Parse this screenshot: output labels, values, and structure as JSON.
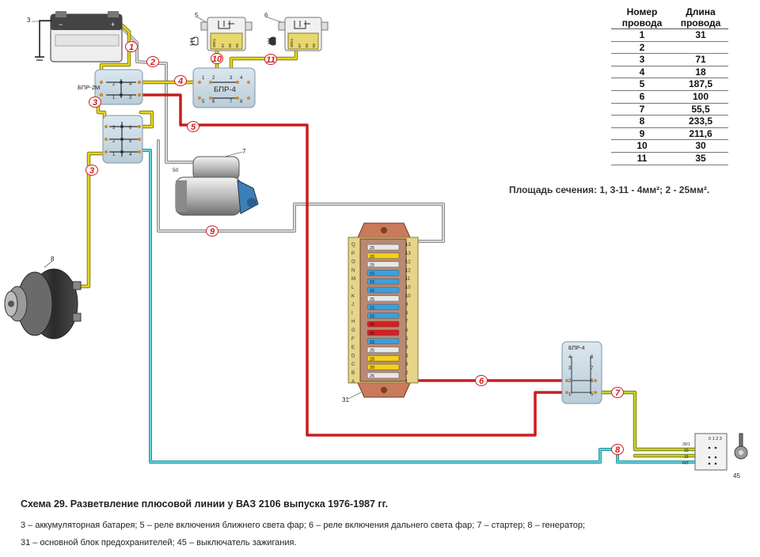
{
  "wire_table": {
    "header_number": "Номер провода",
    "header_length": "Длина провода",
    "rows": [
      {
        "num": "1",
        "len": "31"
      },
      {
        "num": "2",
        "len": ""
      },
      {
        "num": "3",
        "len": "71"
      },
      {
        "num": "4",
        "len": "18"
      },
      {
        "num": "5",
        "len": "187,5"
      },
      {
        "num": "6",
        "len": "100"
      },
      {
        "num": "7",
        "len": "55,5"
      },
      {
        "num": "8",
        "len": "233,5"
      },
      {
        "num": "9",
        "len": "211,6"
      },
      {
        "num": "10",
        "len": "30"
      },
      {
        "num": "11",
        "len": "35"
      }
    ]
  },
  "area_note": "Площадь сечения: 1, 3-11 - 4мм²; 2 - 25мм².",
  "components": {
    "battery_num": "3",
    "relay_low_num": "5",
    "relay_high_num": "6",
    "starter_num": "7",
    "generator_num": "8",
    "fusebox_num": "31",
    "ignition_num": "45",
    "bpr2m": "БПР-2М",
    "bpr4_top": "БПР-4",
    "bpr4_right": "БПР-4",
    "starter_pin": "50",
    "battery_plus": "+",
    "battery_minus": "−"
  },
  "wire_labels": [
    "1",
    "2",
    "3",
    "3",
    "4",
    "5",
    "6",
    "7",
    "8",
    "9",
    "10",
    "11"
  ],
  "relay_pins": [
    "30/51",
    "87",
    "86",
    "85"
  ],
  "ignition": {
    "header": "0 1 2 3",
    "pins": [
      "30/1",
      "30",
      "15",
      "INT"
    ]
  },
  "fuse_left": [
    "Q",
    "P",
    "O",
    "N",
    "M",
    "L",
    "K",
    "J",
    "I",
    "H",
    "G",
    "F",
    "E",
    "D",
    "C",
    "B",
    "A"
  ],
  "fuse_right": [
    "13",
    "13",
    "12",
    "12",
    "11",
    "10",
    "10",
    "9",
    "8",
    "7",
    "6",
    "5",
    "5",
    "4",
    "3",
    "2",
    "1"
  ],
  "fuse_ratings": [
    "25",
    "20",
    "25",
    "15",
    "15",
    "15",
    "25",
    "15",
    "15",
    "25",
    "25",
    "15",
    "25",
    "20",
    "20",
    "25"
  ],
  "fuse_colors": [
    "#e8e8e8",
    "#f2d21b",
    "#e8e8e8",
    "#3aa0e0",
    "#3aa0e0",
    "#3aa0e0",
    "#e8e8e8",
    "#3aa0e0",
    "#3aa0e0",
    "#d42020",
    "#d42020",
    "#3aa0e0",
    "#e8e8e8",
    "#f2d21b",
    "#f2d21b",
    "#e8e8e8"
  ],
  "wire_colors": {
    "yellow": "#e8d51c",
    "red": "#c81e1e",
    "cyan": "#3bb8c4",
    "gray": "#9a9a9a",
    "yellow_green": "#a8c832"
  },
  "caption": {
    "title": "Схема 29. Разветвление плюсовой линии у ВАЗ 2106 выпуска 1976-1987 гг.",
    "line1": [
      {
        "n": "3",
        "t": " – аккумуляторная батарея;  "
      },
      {
        "n": "5",
        "t": " – реле включения ближнего света фар;  "
      },
      {
        "n": "6",
        "t": " – реле включения дальнего света фар;  "
      },
      {
        "n": "7",
        "t": " – стартер;  "
      },
      {
        "n": "8",
        "t": " – генератор;"
      }
    ],
    "line2": [
      {
        "n": "31",
        "t": " – основной блок предохранителей;  "
      },
      {
        "n": "45",
        "t": " – выключатель зажигания."
      }
    ]
  }
}
